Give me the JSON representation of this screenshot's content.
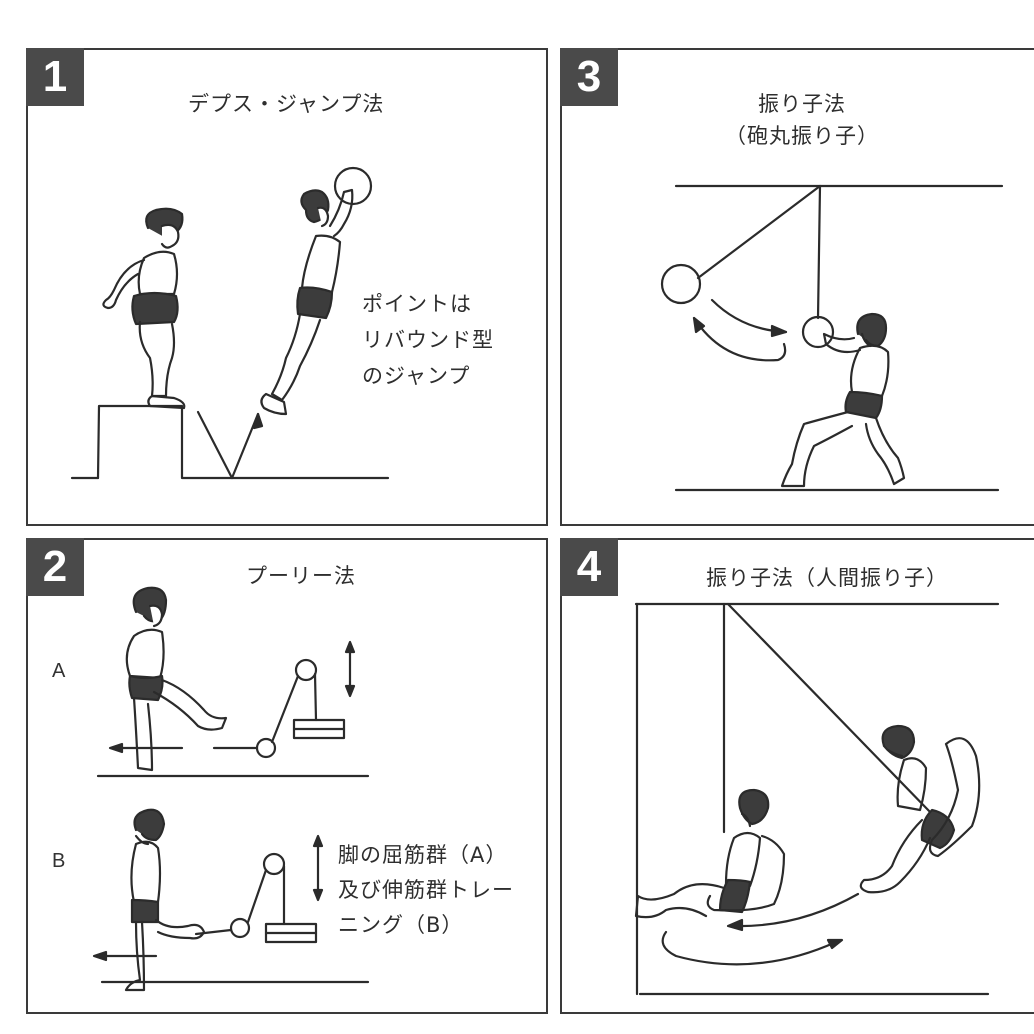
{
  "panels": [
    {
      "number": "1",
      "title": "デプス・ジャンプ法",
      "note_lines": [
        "ポイントは",
        "リバウンド型",
        "のジャンプ"
      ]
    },
    {
      "number": "2",
      "title": "プーリー法",
      "labels": [
        "A",
        "B"
      ],
      "note_lines": [
        "脚の屈筋群（A）",
        "及び伸筋群トレー",
        "ニング（B）"
      ]
    },
    {
      "number": "3",
      "title_lines": [
        "振り子法",
        "（砲丸振り子）"
      ]
    },
    {
      "number": "4",
      "title": "振り子法（人間振り子）"
    }
  ],
  "colors": {
    "ink": "#2b2b2b",
    "badge_bg": "#4a4a4a",
    "shorts": "#3c3c3c"
  },
  "icons": {
    "panel1": [
      "box-platform-icon",
      "standing-athlete-icon",
      "jumping-athlete-icon",
      "ball-icon",
      "rebound-v-arrow-icon"
    ],
    "panel2": [
      "pulley-icon",
      "weight-stack-icon",
      "leg-curl-athlete-icon",
      "leg-extension-athlete-icon",
      "double-arrow-icon",
      "left-arrow-icon"
    ],
    "panel3": [
      "pendulum-shot-ball-icon",
      "swing-arrows-icon",
      "catching-athlete-icon"
    ],
    "panel4": [
      "human-pendulum-icon",
      "swinging-athlete-icon",
      "swing-arrows-icon"
    ]
  }
}
